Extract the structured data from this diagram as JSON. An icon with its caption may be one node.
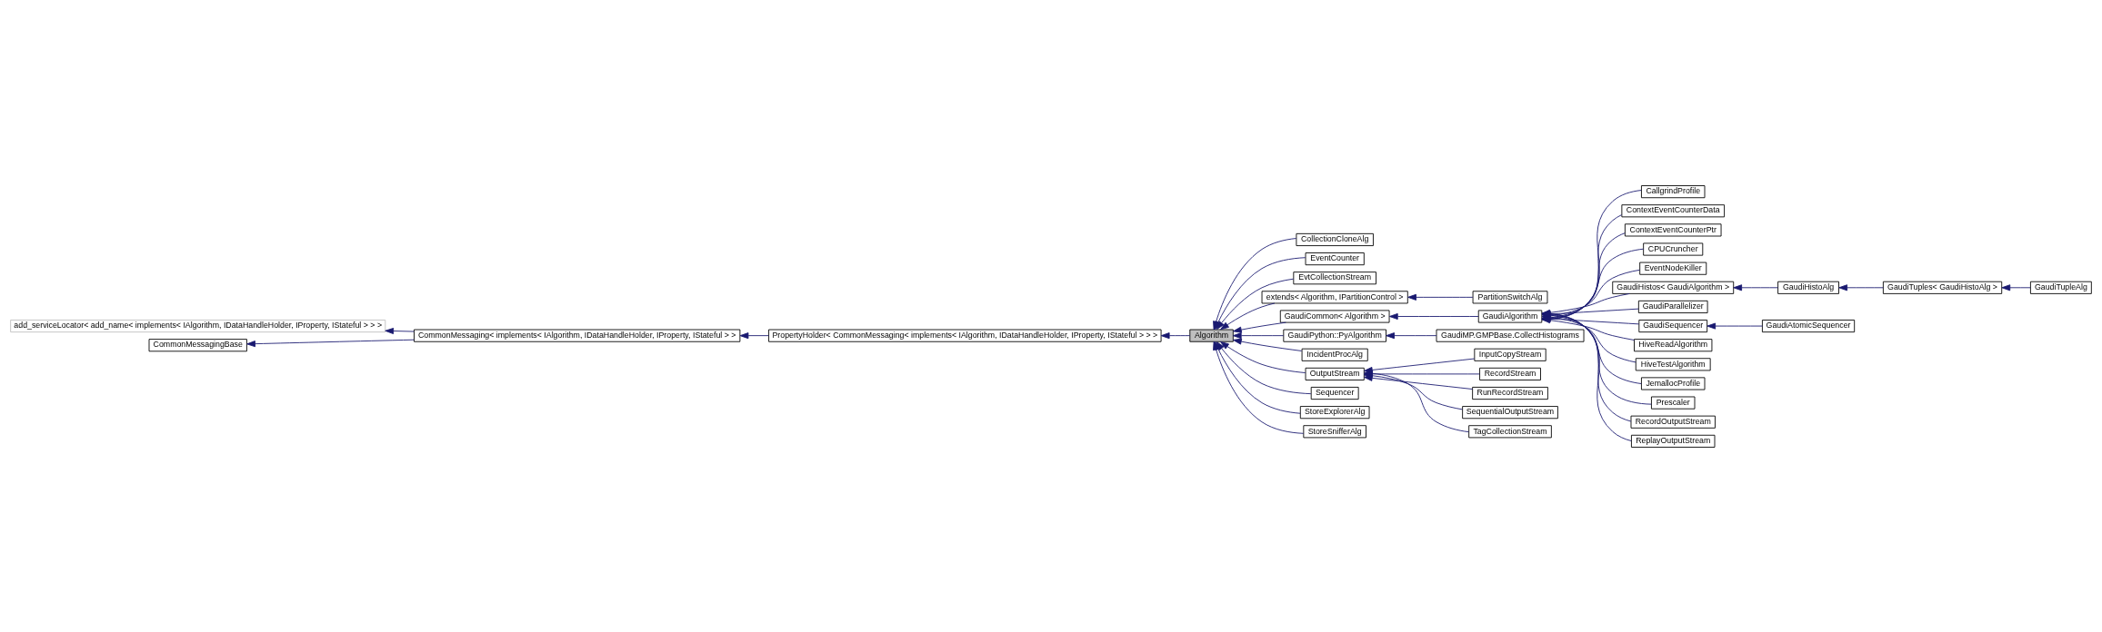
{
  "diagram": {
    "nodes": [
      {
        "text": [
          "add_serviceLocator< add_name< implements< IAlgorithm, IDataHandleHolder, IProperty, IStateful > > >"
        ]
      },
      {
        "text": [
          "CommonMessagingBase"
        ]
      },
      {
        "text": [
          "CommonMessaging< implements< IAlgorithm, IDataHandleHolder, IProperty, IStateful > >"
        ]
      },
      {
        "text": [
          "PropertyHolder< CommonMessaging< implements< IAlgorithm, IDataHandleHolder, IProperty, IStateful > > >"
        ]
      },
      {
        "text": [
          "Algorithm"
        ]
      },
      {
        "text": [
          "CollectionCloneAlg"
        ]
      },
      {
        "text": [
          "EventCounter"
        ]
      },
      {
        "text": [
          "EvtCollectionStream"
        ]
      },
      {
        "text": [
          "extends< Algorithm, IPartitionControl >"
        ]
      },
      {
        "text": [
          "GaudiCommon< Algorithm >"
        ]
      },
      {
        "text": [
          "GaudiPython::PyAlgorithm"
        ]
      },
      {
        "text": [
          "IncidentProcAlg"
        ]
      },
      {
        "text": [
          "OutputStream"
        ]
      },
      {
        "text": [
          "Sequencer"
        ]
      },
      {
        "text": [
          "StoreExplorerAlg"
        ]
      },
      {
        "text": [
          "StoreSnifferAlg"
        ]
      },
      {
        "text": [
          "PartitionSwitchAlg"
        ]
      },
      {
        "text": [
          "GaudiAlgorithm"
        ]
      },
      {
        "text": [
          "GaudiMP.GMPBase.CollectHistograms"
        ]
      },
      {
        "text": [
          "InputCopyStream"
        ]
      },
      {
        "text": [
          "RecordStream"
        ]
      },
      {
        "text": [
          "RunRecordStream"
        ]
      },
      {
        "text": [
          "SequentialOutputStream"
        ]
      },
      {
        "text": [
          "TagCollectionStream"
        ]
      },
      {
        "text": [
          "CallgrindProfile"
        ]
      },
      {
        "text": [
          "ContextEventCounterData"
        ]
      },
      {
        "text": [
          "ContextEventCounterPtr"
        ]
      },
      {
        "text": [
          "CPUCruncher"
        ]
      },
      {
        "text": [
          "EventNodeKiller"
        ]
      },
      {
        "text": [
          "GaudiHistos< GaudiAlgorithm >"
        ]
      },
      {
        "text": [
          "GaudiParallelizer"
        ]
      },
      {
        "text": [
          "GaudiSequencer"
        ]
      },
      {
        "text": [
          "HiveReadAlgorithm"
        ]
      },
      {
        "text": [
          "HiveTestAlgorithm"
        ]
      },
      {
        "text": [
          "JemallocProfile"
        ]
      },
      {
        "text": [
          "Prescaler"
        ]
      },
      {
        "text": [
          "RecordOutputStream"
        ]
      },
      {
        "text": [
          "ReplayOutputStream"
        ]
      },
      {
        "text": [
          "GaudiHistoAlg"
        ]
      },
      {
        "text": [
          "GaudiAtomicSequencer"
        ]
      },
      {
        "text": [
          "GaudiTuples< GaudiHistoAlg >"
        ]
      },
      {
        "text": [
          "GaudiTupleAlg"
        ]
      }
    ],
    "edges": [
      {
        "from": 2,
        "to": 0,
        "arrow": "to"
      },
      {
        "from": 2,
        "to": 1,
        "arrow": "to"
      },
      {
        "from": 3,
        "to": 2,
        "arrow": "to"
      },
      {
        "from": 4,
        "to": 3,
        "arrow": "to"
      },
      {
        "from": 5,
        "to": 4,
        "arrow": "to"
      },
      {
        "from": 6,
        "to": 4,
        "arrow": "to"
      },
      {
        "from": 7,
        "to": 4,
        "arrow": "to"
      },
      {
        "from": 8,
        "to": 4,
        "arrow": "to"
      },
      {
        "from": 9,
        "to": 4,
        "arrow": "to"
      },
      {
        "from": 10,
        "to": 4,
        "arrow": "to"
      },
      {
        "from": 11,
        "to": 4,
        "arrow": "to"
      },
      {
        "from": 12,
        "to": 4,
        "arrow": "to"
      },
      {
        "from": 13,
        "to": 4,
        "arrow": "to"
      },
      {
        "from": 14,
        "to": 4,
        "arrow": "to"
      },
      {
        "from": 15,
        "to": 4,
        "arrow": "to"
      },
      {
        "from": 16,
        "to": 8,
        "arrow": "to"
      },
      {
        "from": 17,
        "to": 9,
        "arrow": "to"
      },
      {
        "from": 18,
        "to": 10,
        "arrow": "to"
      },
      {
        "from": 19,
        "to": 12,
        "arrow": "to"
      },
      {
        "from": 20,
        "to": 12,
        "arrow": "to"
      },
      {
        "from": 21,
        "to": 12,
        "arrow": "to"
      },
      {
        "from": 22,
        "to": 12,
        "arrow": "to"
      },
      {
        "from": 23,
        "to": 12,
        "arrow": "to"
      },
      {
        "from": 24,
        "to": 17,
        "arrow": "to"
      },
      {
        "from": 25,
        "to": 17,
        "arrow": "to"
      },
      {
        "from": 26,
        "to": 17,
        "arrow": "to"
      },
      {
        "from": 27,
        "to": 17,
        "arrow": "to"
      },
      {
        "from": 28,
        "to": 17,
        "arrow": "to"
      },
      {
        "from": 29,
        "to": 17,
        "arrow": "to"
      },
      {
        "from": 30,
        "to": 17,
        "arrow": "to"
      },
      {
        "from": 31,
        "to": 17,
        "arrow": "to"
      },
      {
        "from": 32,
        "to": 17,
        "arrow": "to"
      },
      {
        "from": 33,
        "to": 17,
        "arrow": "to"
      },
      {
        "from": 34,
        "to": 17,
        "arrow": "to"
      },
      {
        "from": 35,
        "to": 17,
        "arrow": "to"
      },
      {
        "from": 36,
        "to": 17,
        "arrow": "to"
      },
      {
        "from": 37,
        "to": 17,
        "arrow": "to"
      },
      {
        "from": 38,
        "to": 29,
        "arrow": "to"
      },
      {
        "from": 39,
        "to": 31,
        "arrow": "to"
      },
      {
        "from": 40,
        "to": 38,
        "arrow": "to"
      },
      {
        "from": 41,
        "to": 40,
        "arrow": "to"
      }
    ]
  }
}
